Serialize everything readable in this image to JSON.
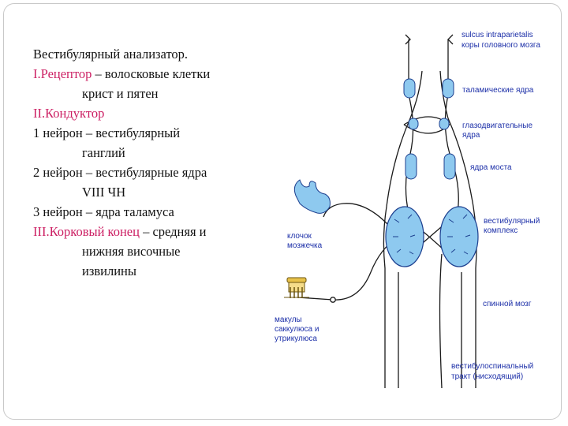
{
  "left_text": {
    "title": "Вестибулярный анализатор.",
    "receptor_head": "I.Рецептор",
    "receptor_rest": " – волосковые клетки",
    "receptor_line2": "крист и пятен",
    "conductor_head": "II.Кондуктор",
    "neuron1_line1": "1 нейрон – вестибулярный",
    "neuron1_line2": "ганглий",
    "neuron2_line1": "2 нейрон – вестибулярные ядра",
    "neuron2_line2": "VIII ЧН",
    "neuron3": "3 нейрон – ядра таламуса",
    "cortex_head": "III.Корковый конец",
    "cortex_rest": " – средняя и",
    "cortex_line2": "нижняя  височные",
    "cortex_line3": "извилины"
  },
  "diagram": {
    "label_sulcus_1": "sulcus intraparietalis",
    "label_sulcus_2": "коры головного мозга",
    "label_thalamic": "таламические ядра",
    "label_oculomotor_1": "глазодвигательные",
    "label_oculomotor_2": "ядра",
    "label_pons": "ядра моста",
    "label_vestibular_1": "вестибулярный",
    "label_vestibular_2": "комплекс",
    "label_flocculus_1": "клочок",
    "label_flocculus_2": "мозжечка",
    "label_spinal": "спинной мозг",
    "label_maculae_1": "макулы",
    "label_maculae_2": "саккулюса и",
    "label_maculae_3": "утрикулюса",
    "label_tract_1": "вестибулоспинальный",
    "label_tract_2": "тракт (нисходящий)"
  },
  "colors": {
    "nucleus_fill": "#8ec9ef",
    "nucleus_stroke": "#1c3f8f",
    "label_color": "#1c2fa8",
    "accent_pink": "#cc1f63"
  }
}
